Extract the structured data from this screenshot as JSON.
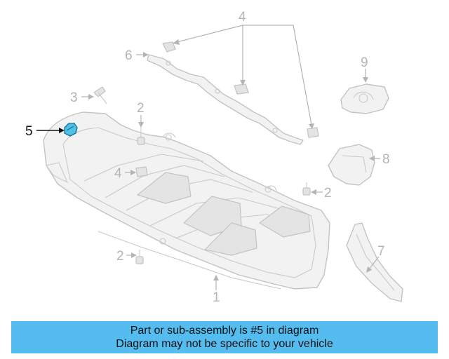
{
  "callouts": {
    "c1": "1",
    "c2a": "2",
    "c2b": "2",
    "c2c": "2",
    "c3": "3",
    "c4a": "4",
    "c4b": "4",
    "c5": "5",
    "c6": "6",
    "c7": "7",
    "c8": "8",
    "c9": "9"
  },
  "highlight": {
    "part_number": "5",
    "color": "#4fc0e8"
  },
  "banner": {
    "line1": "Part or sub-assembly is #5 in diagram",
    "line2": "Diagram may not be specific to your vehicle",
    "background": "#55bcef"
  }
}
